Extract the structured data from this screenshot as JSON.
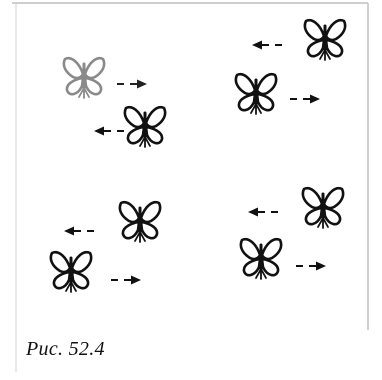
{
  "figure": {
    "caption": "Рис. 52.4"
  },
  "icons": {
    "butterfly": "butterfly-icon",
    "arrow": "dashed-arrow-icon"
  },
  "colors": {
    "ink": "#111111",
    "faint_ink": "#8a8a8a",
    "frame": "#bdbdbd",
    "background": "#ffffff"
  },
  "groups": [
    {
      "name": "group-top-left",
      "butterflies": [
        {
          "direction": "right",
          "faint": true
        },
        {
          "direction": "left",
          "faint": false
        }
      ]
    },
    {
      "name": "group-top-right",
      "butterflies": [
        {
          "direction": "left",
          "faint": false
        },
        {
          "direction": "right",
          "faint": false
        }
      ]
    },
    {
      "name": "group-bottom-left",
      "butterflies": [
        {
          "direction": "left",
          "faint": false
        },
        {
          "direction": "right",
          "faint": false
        }
      ]
    },
    {
      "name": "group-bottom-right",
      "butterflies": [
        {
          "direction": "left",
          "faint": false
        },
        {
          "direction": "right",
          "faint": false
        }
      ]
    }
  ]
}
